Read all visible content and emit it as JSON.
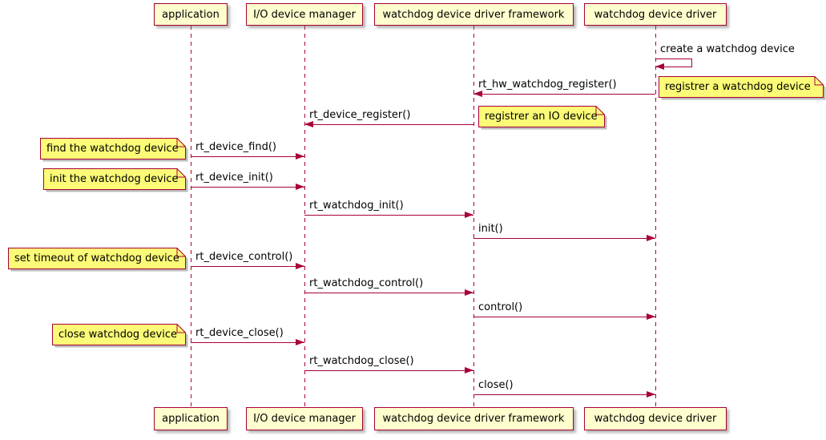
{
  "diagram": {
    "kind": "sequence-diagram",
    "colors": {
      "accent": "#A80036",
      "participant_fill": "#FEFECE",
      "note_fill": "#FBFB77",
      "background": "#FFFFFF",
      "text": "#000000"
    },
    "participants": [
      {
        "id": "application",
        "label": "application"
      },
      {
        "id": "io-device-manager",
        "label": "I/O device manager"
      },
      {
        "id": "watchdog-device-driver-framework",
        "label": "watchdog device driver framework"
      },
      {
        "id": "watchdog-device-driver",
        "label": "watchdog device driver"
      }
    ],
    "messages": [
      {
        "label": "create a watchdog device",
        "from": "watchdog-device-driver",
        "to": "watchdog-device-driver",
        "kind": "self"
      },
      {
        "label": "rt_hw_watchdog_register()",
        "from": "watchdog-device-driver",
        "to": "watchdog-device-driver-framework",
        "kind": "call"
      },
      {
        "label": "rt_device_register()",
        "from": "watchdog-device-driver-framework",
        "to": "io-device-manager",
        "kind": "call"
      },
      {
        "label": "rt_device_find()",
        "from": "application",
        "to": "io-device-manager",
        "kind": "call"
      },
      {
        "label": "rt_device_init()",
        "from": "application",
        "to": "io-device-manager",
        "kind": "call"
      },
      {
        "label": "rt_watchdog_init()",
        "from": "io-device-manager",
        "to": "watchdog-device-driver-framework",
        "kind": "call"
      },
      {
        "label": "init()",
        "from": "watchdog-device-driver-framework",
        "to": "watchdog-device-driver",
        "kind": "call"
      },
      {
        "label": "rt_device_control()",
        "from": "application",
        "to": "io-device-manager",
        "kind": "call"
      },
      {
        "label": "rt_watchdog_control()",
        "from": "io-device-manager",
        "to": "watchdog-device-driver-framework",
        "kind": "call"
      },
      {
        "label": "control()",
        "from": "watchdog-device-driver-framework",
        "to": "watchdog-device-driver",
        "kind": "call"
      },
      {
        "label": "rt_device_close()",
        "from": "application",
        "to": "io-device-manager",
        "kind": "call"
      },
      {
        "label": "rt_watchdog_close()",
        "from": "io-device-manager",
        "to": "watchdog-device-driver-framework",
        "kind": "call"
      },
      {
        "label": "close()",
        "from": "watchdog-device-driver-framework",
        "to": "watchdog-device-driver",
        "kind": "call"
      }
    ],
    "notes": [
      {
        "text": "registrer a watchdog device",
        "attached_to": "watchdog-device-driver",
        "side": "right"
      },
      {
        "text": "registrer an IO device",
        "attached_to": "watchdog-device-driver-framework",
        "side": "right"
      },
      {
        "text": "find the watchdog device",
        "attached_to": "application",
        "side": "left"
      },
      {
        "text": "init the watchdog device",
        "attached_to": "application",
        "side": "left"
      },
      {
        "text": "set timeout of watchdog device",
        "attached_to": "application",
        "side": "left"
      },
      {
        "text": "close watchdog device",
        "attached_to": "application",
        "side": "left"
      }
    ]
  }
}
